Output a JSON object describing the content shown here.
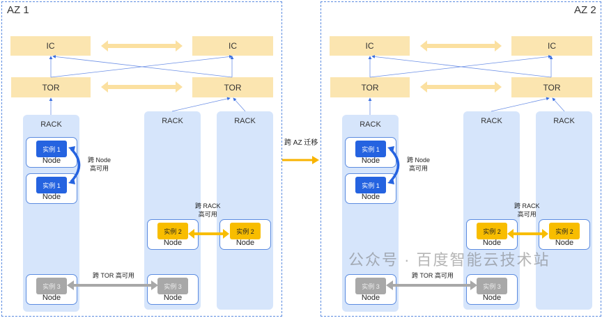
{
  "azs": [
    {
      "label": "AZ 1",
      "ic": [
        "IC",
        "IC"
      ],
      "tor": [
        "TOR",
        "TOR"
      ],
      "racks": [
        "RACK",
        "RACK",
        "RACK"
      ],
      "instances": {
        "inst1": "实例 1",
        "inst2": "实例 2",
        "inst3": "实例 3"
      },
      "node": "Node",
      "annotations": {
        "cross_node": [
          "跨 Node",
          "高可用"
        ],
        "cross_rack": [
          "跨 RACK",
          "高可用"
        ],
        "cross_tor": "跨 TOR 高可用"
      }
    },
    {
      "label": "AZ 2",
      "ic": [
        "IC",
        "IC"
      ],
      "tor": [
        "TOR",
        "TOR"
      ],
      "racks": [
        "RACK",
        "RACK",
        "RACK"
      ],
      "instances": {
        "inst1": "实例 1",
        "inst2": "实例 2",
        "inst3": "实例 3"
      },
      "node": "Node",
      "annotations": {
        "cross_node": [
          "跨 Node",
          "高可用"
        ],
        "cross_rack": [
          "跨 RACK",
          "高可用"
        ],
        "cross_tor": "跨 TOR 高可用"
      }
    }
  ],
  "migration_label": "跨 AZ 迁移",
  "watermark": "公众号 · 百度智能云技术站",
  "colors": {
    "instance1": "#2563e0",
    "instance2": "#f8bd00",
    "instance3": "#a8a8a8",
    "switch": "#fbe5b0",
    "rack": "#d6e5fb",
    "border": "#5b8be0"
  }
}
